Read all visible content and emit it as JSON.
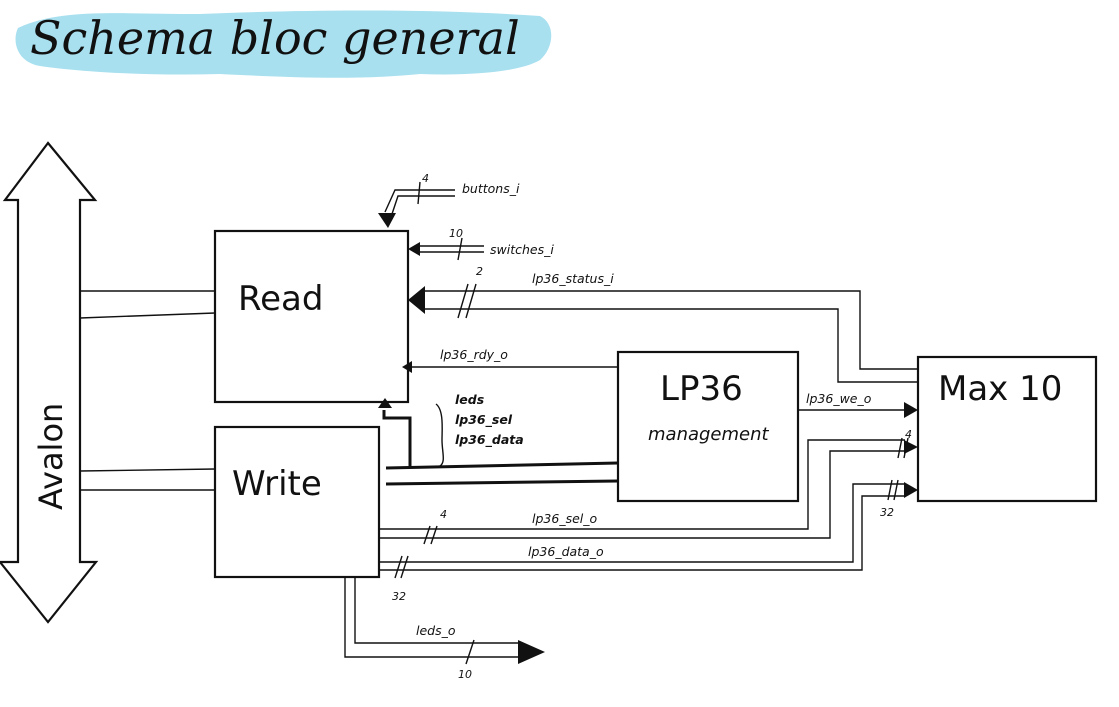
{
  "title": "Schema bloc general",
  "bus": {
    "label": "Avalon"
  },
  "blocks": {
    "read": "Read",
    "write": "Write",
    "mgmt_title": "LP36",
    "mgmt_subtitle": "management",
    "max10": "Max 10"
  },
  "signals": {
    "buttons": "buttons_i",
    "switches": "switches_i",
    "status": "lp36_status_i",
    "rdy": "lp36_rdy_o",
    "internal_leds": "leds",
    "internal_sel": "lp36_sel",
    "internal_data": "lp36_data",
    "we": "lp36_we_o",
    "sel": "lp36_sel_o",
    "data": "lp36_data_o",
    "leds_out": "leds_o"
  },
  "widths": {
    "buttons": "4",
    "switches": "10",
    "status": "2",
    "sel": "4",
    "data": "32",
    "max_sel": "4",
    "max_data": "32",
    "leds": "10"
  },
  "colors": {
    "highlight": "#a8e0ef",
    "ink": "#111111"
  }
}
